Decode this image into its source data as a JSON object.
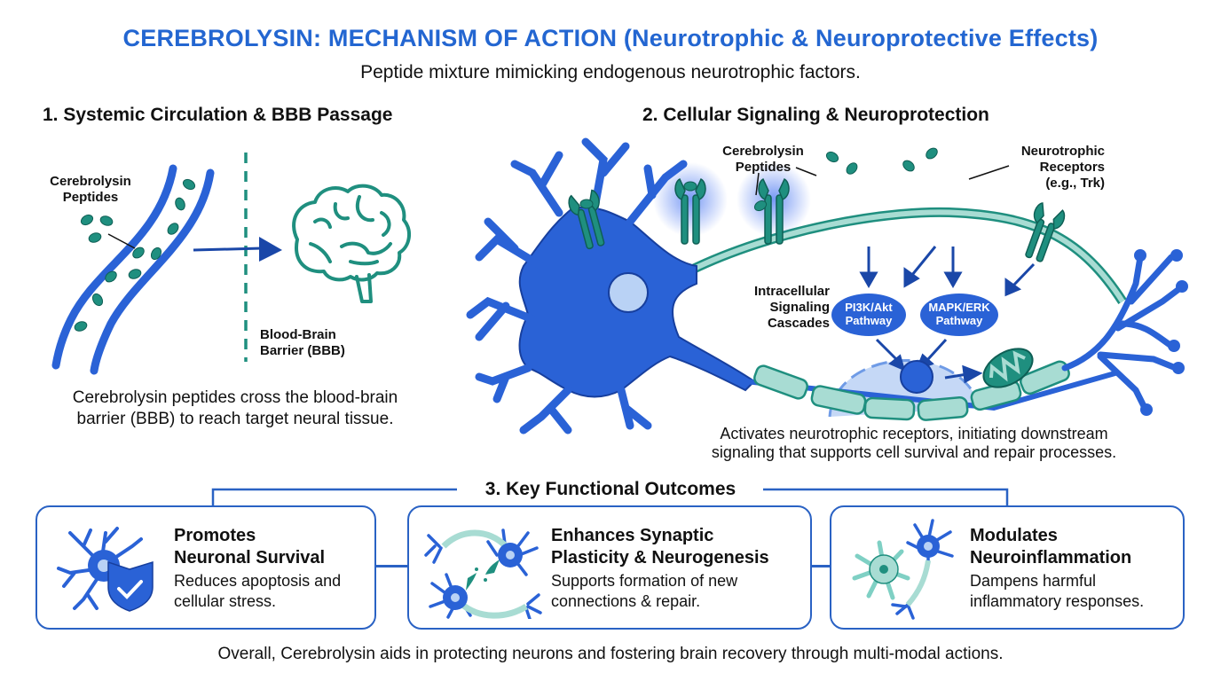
{
  "header": {
    "title": "CEREBROLYSIN: MECHANISM OF ACTION (Neurotrophic & Neuroprotective Effects)",
    "subtitle": "Peptide mixture mimicking endogenous neurotrophic factors."
  },
  "section1": {
    "heading": "1. Systemic Circulation & BBB Passage",
    "peptides_label_line1": "Cerebrolysin",
    "peptides_label_line2": "Peptides",
    "bbb_label_line1": "Blood-Brain",
    "bbb_label_line2": "Barrier (BBB)",
    "caption_line1": "Cerebrolysin peptides cross the blood-brain",
    "caption_line2": "barrier (BBB) to reach target neural tissue."
  },
  "section2": {
    "heading": "2. Cellular Signaling & Neuroprotection",
    "peptides_label_line1": "Cerebrolysin",
    "peptides_label_line2": "Peptides",
    "receptors_label_line1": "Neurotrophic",
    "receptors_label_line2": "Receptors",
    "receptors_label_line3": "(e.g., Trk)",
    "cascade_label_line1": "Intracellular",
    "cascade_label_line2": "Signaling",
    "cascade_label_line3": "Cascades",
    "pathways": [
      {
        "line1": "PI3K/Akt",
        "line2": "Pathway"
      },
      {
        "line1": "MAPK/ERK",
        "line2": "Pathway"
      }
    ],
    "caption_line1": "Activates neurotrophic receptors, initiating downstream",
    "caption_line2": "signaling that supports cell survival and repair processes."
  },
  "section3": {
    "heading": "3. Key Functional Outcomes",
    "cards": [
      {
        "title_line1": "Promotes",
        "title_line2": "Neuronal Survival",
        "desc_line1": "Reduces apoptosis and",
        "desc_line2": "cellular stress.",
        "icon": "neuron-shield-icon"
      },
      {
        "title_line1": "Enhances Synaptic",
        "title_line2": "Plasticity & Neurogenesis",
        "desc_line1": "Supports formation of new",
        "desc_line2": "connections & repair.",
        "icon": "synapse-neurons-icon"
      },
      {
        "title_line1": "Modulates",
        "title_line2": "Neuroinflammation",
        "desc_line1": "Dampens harmful",
        "desc_line2": "inflammatory responses.",
        "icon": "glia-neuron-icon"
      }
    ]
  },
  "footer": {
    "summary": "Overall, Cerebrolysin aids in protecting neurons and fostering brain recovery through multi-modal actions."
  },
  "colors": {
    "title_blue": "#2366d1",
    "neuron_blue": "#2a62d6",
    "teal": "#1f8f7f",
    "light_teal": "#a8dcd3",
    "dark_arrow": "#1a47a8",
    "card_border": "#2a62c4"
  }
}
